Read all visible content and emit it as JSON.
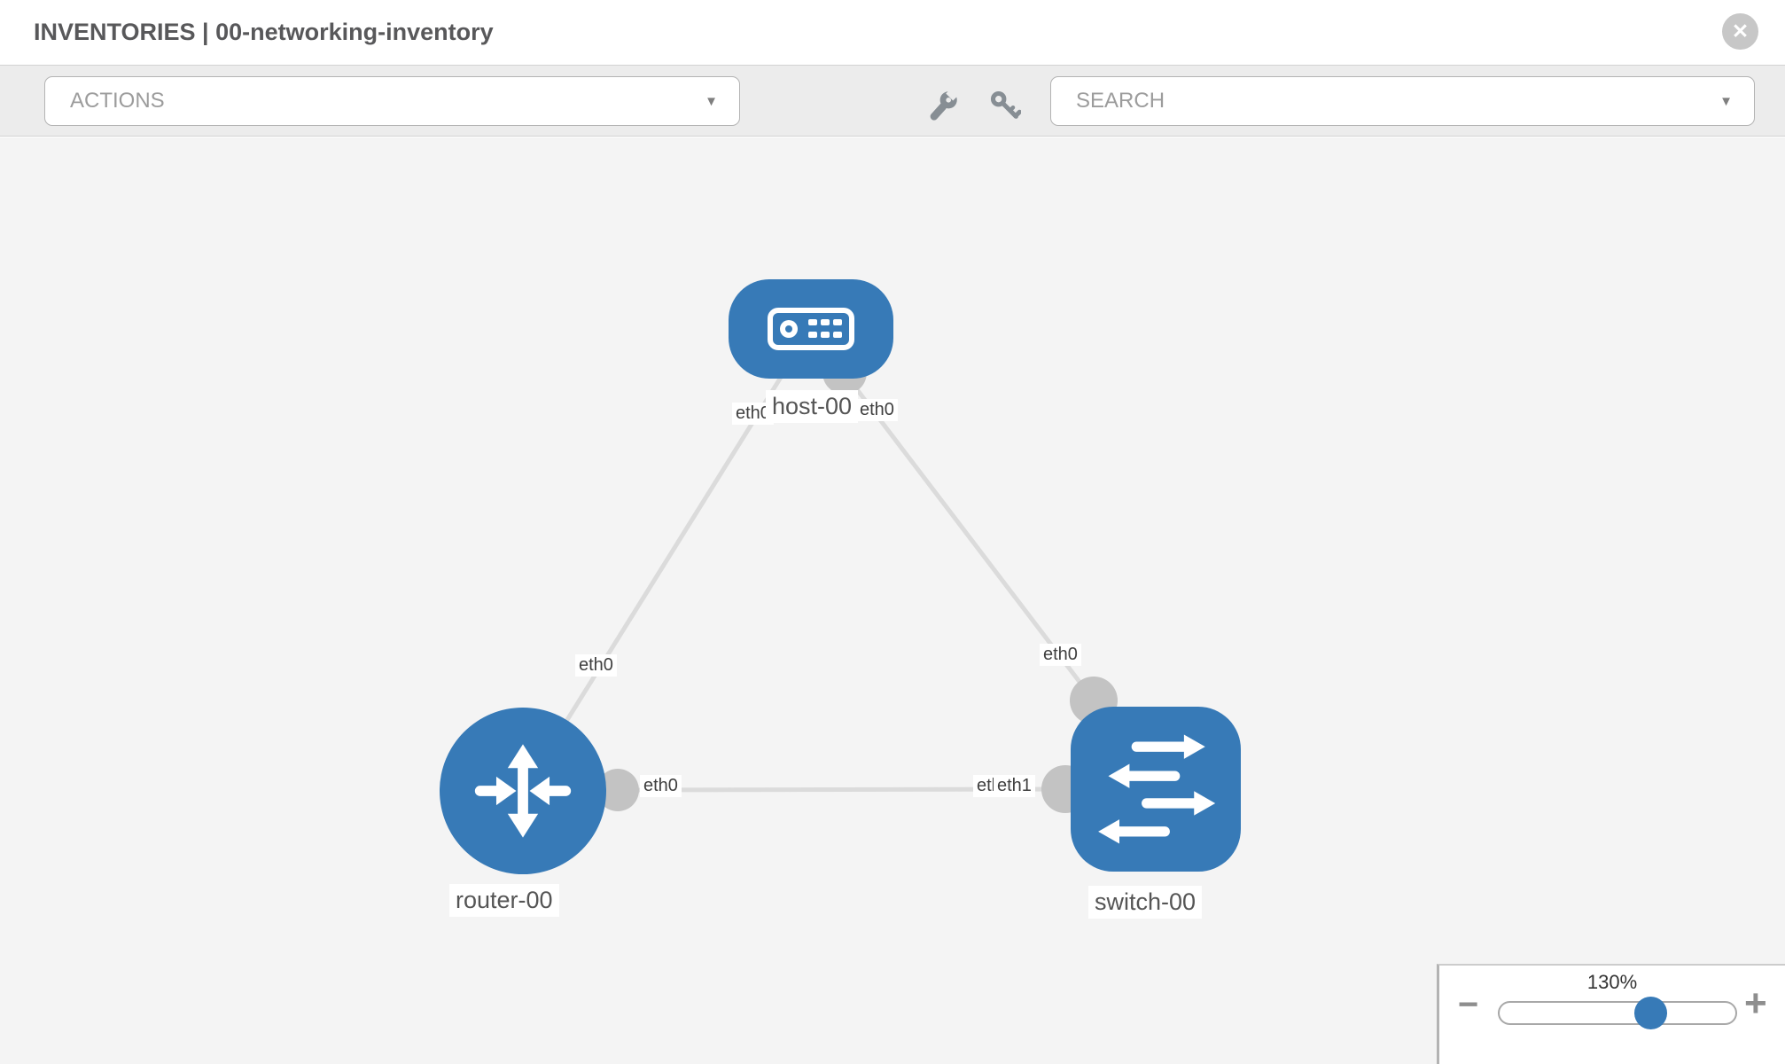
{
  "header": {
    "title": "INVENTORIES | 00-networking-inventory",
    "close_glyph": "✕"
  },
  "toolbar": {
    "actions_label": "ACTIONS",
    "search_placeholder": "SEARCH",
    "caret_glyph": "▼",
    "tool_icons": [
      "wrench",
      "key"
    ]
  },
  "topology": {
    "nodes": [
      {
        "id": "host-00",
        "label": "host-00",
        "type": "host",
        "shape": "rounded-rect"
      },
      {
        "id": "router-00",
        "label": "router-00",
        "type": "router",
        "shape": "circle"
      },
      {
        "id": "switch-00",
        "label": "switch-00",
        "type": "switch",
        "shape": "rounded-square"
      }
    ],
    "links": [
      {
        "source": "host-00",
        "target": "router-00",
        "source_interface": "eth0",
        "target_interface": "eth0"
      },
      {
        "source": "host-00",
        "target": "switch-00",
        "source_interface": "eth0",
        "target_interface": "eth0"
      },
      {
        "source": "router-00",
        "target": "switch-00",
        "source_interface": "eth0",
        "target_interface": "eth1"
      }
    ],
    "interface_labels": {
      "host_router_at_host": "eth0",
      "host_router_at_router": "eth0",
      "host_switch_at_host": "eth0",
      "host_switch_at_switch": "eth0",
      "router_switch_at_router": "eth0",
      "router_switch_at_switch_under": "eth0",
      "router_switch_at_switch_over": "eth1"
    }
  },
  "zoom_control": {
    "level": "130%",
    "minus_glyph": "−",
    "plus_glyph": "+",
    "slider_percent": 64
  },
  "colors": {
    "node_blue": "#377ab7",
    "link_gray": "#dbdbdb",
    "port_gray": "#c3c3c3",
    "canvas_bg": "#f4f4f4",
    "toolbar_bg": "#ececec"
  }
}
